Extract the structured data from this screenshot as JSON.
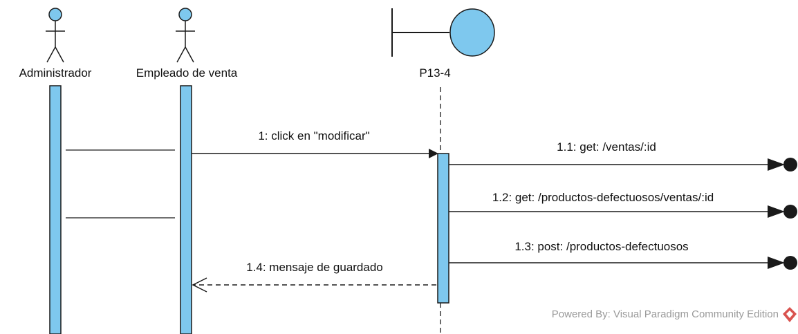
{
  "diagram": {
    "type": "uml-sequence-diagram",
    "participants": [
      {
        "name": "Administrador",
        "kind": "actor"
      },
      {
        "name": "Empleado de venta",
        "kind": "actor"
      },
      {
        "name": "P13-4",
        "kind": "boundary"
      }
    ],
    "messages": [
      {
        "label": "1: click en \"modificar\"",
        "from": "Empleado de venta",
        "to": "P13-4",
        "kind": "synchronous"
      },
      {
        "label": "1.1: get: /ventas/:id",
        "from": "P13-4",
        "to": "",
        "kind": "lost"
      },
      {
        "label": "1.2: get: /productos-defectuosos/ventas/:id",
        "from": "P13-4",
        "to": "",
        "kind": "lost"
      },
      {
        "label": "1.3: post: /productos-defectuosos",
        "from": "P13-4",
        "to": "",
        "kind": "lost"
      },
      {
        "label": "1.4: mensaje de guardado",
        "from": "P13-4",
        "to": "Empleado de venta",
        "kind": "reply"
      }
    ],
    "colors": {
      "fill": "#7ec8ee",
      "stroke": "#1a1a1a",
      "text": "#111111",
      "watermark": "#9a9a9a",
      "logo": "#d9534f"
    }
  },
  "watermark": {
    "text": "Powered By: Visual Paradigm Community Edition",
    "logo_icon": "visual-paradigm-logo-icon"
  }
}
